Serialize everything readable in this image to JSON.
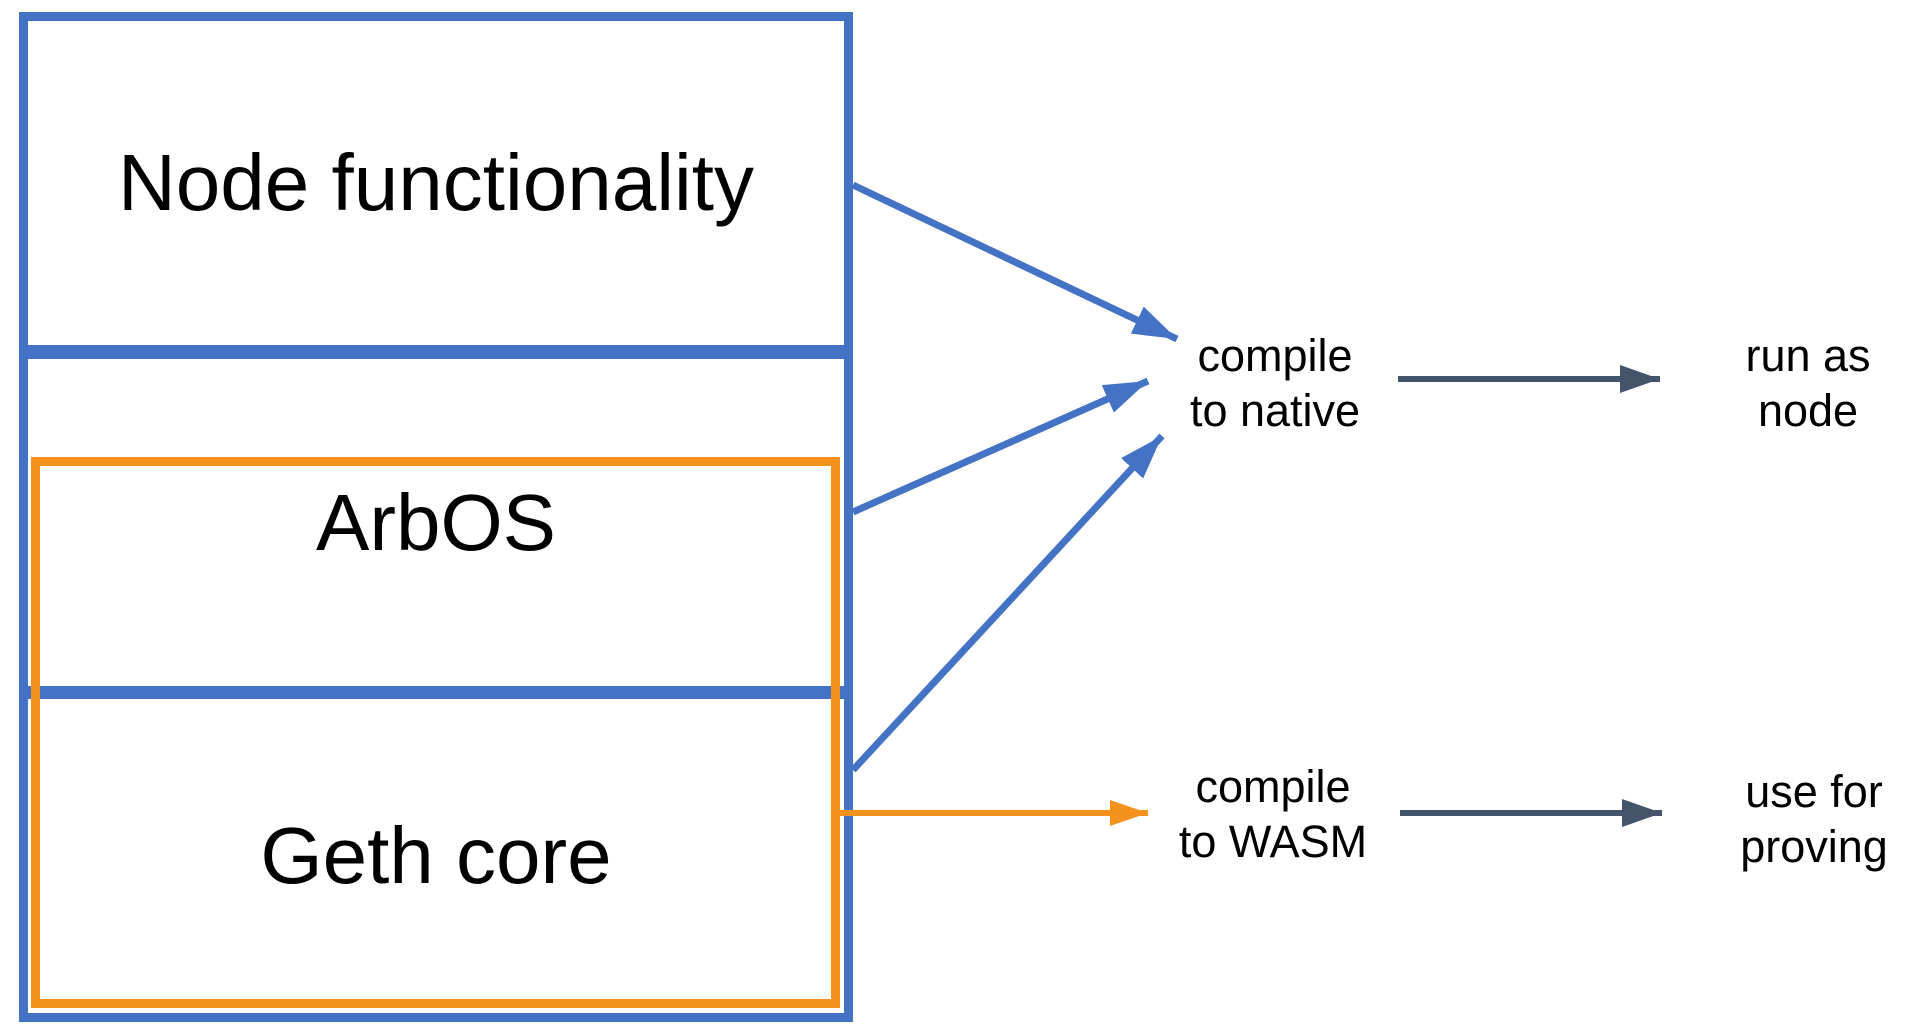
{
  "diagram": {
    "stack": {
      "sections": [
        {
          "label": "Node functionality"
        },
        {
          "label": "ArbOS"
        },
        {
          "label": "Geth core"
        }
      ]
    },
    "flow_labels": {
      "compile_native": {
        "line1": "compile",
        "line2": "to native"
      },
      "run_node": {
        "line1": "run as",
        "line2": "node"
      },
      "compile_wasm": {
        "line1": "compile",
        "line2": "to WASM"
      },
      "use_proving": {
        "line1": "use for",
        "line2": "proving"
      }
    },
    "colors": {
      "blue": "#4472C4",
      "orange": "#F5921E",
      "dark": "#44546A",
      "text": "#000000"
    }
  }
}
